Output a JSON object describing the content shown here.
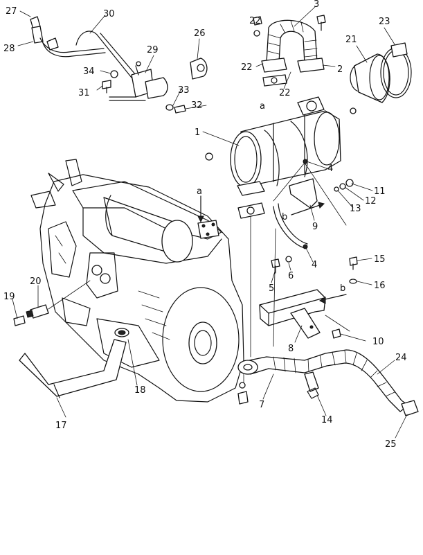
{
  "diagram": {
    "callouts": [
      "1",
      "2",
      "3",
      "4",
      "4",
      "5",
      "6",
      "7",
      "8",
      "9",
      "10",
      "11",
      "12",
      "13",
      "14",
      "15",
      "16",
      "17",
      "18",
      "19",
      "20",
      "21",
      "22",
      "22",
      "22",
      "23",
      "24",
      "25",
      "26",
      "27",
      "28",
      "29",
      "30",
      "31",
      "32",
      "33",
      "34"
    ],
    "letter_marks": [
      "a",
      "a",
      "b",
      "b"
    ]
  }
}
